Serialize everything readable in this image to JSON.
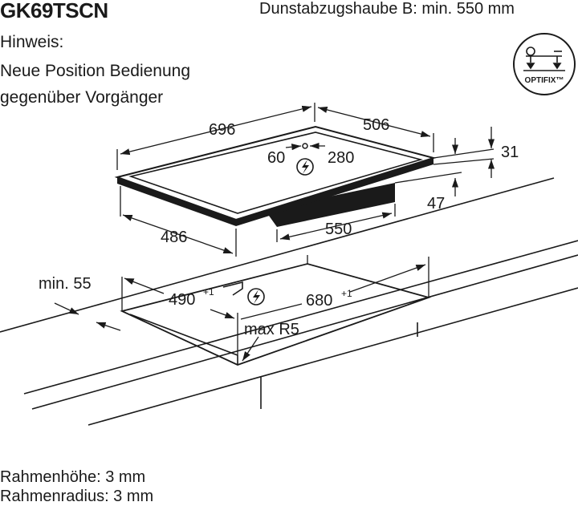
{
  "header": {
    "model": "GK69TSCN",
    "hood_requirement": "Dunstabzugshaube B: min. 550 mm"
  },
  "note": {
    "title": "Hinweis:",
    "line1": "Neue Position Bedienung",
    "line2": "gegenüber Vorgänger"
  },
  "badge": {
    "label": "OPTIFIX™",
    "icon": "optifix-mount-icon"
  },
  "hob_dimensions": {
    "width": "696",
    "depth": "506",
    "offset_left": "60",
    "offset_right": "280",
    "height": "31",
    "body_height": "47",
    "body_depth": "486",
    "body_width": "550"
  },
  "cutout_dimensions": {
    "min_edge": "min. 55",
    "depth": "490",
    "depth_tol": "+1",
    "width": "680",
    "width_tol": "+1",
    "radius": "max R5"
  },
  "footer": {
    "frame_height": "Rahmenhöhe: 3 mm",
    "frame_radius": "Rahmenradius: 3 mm"
  }
}
